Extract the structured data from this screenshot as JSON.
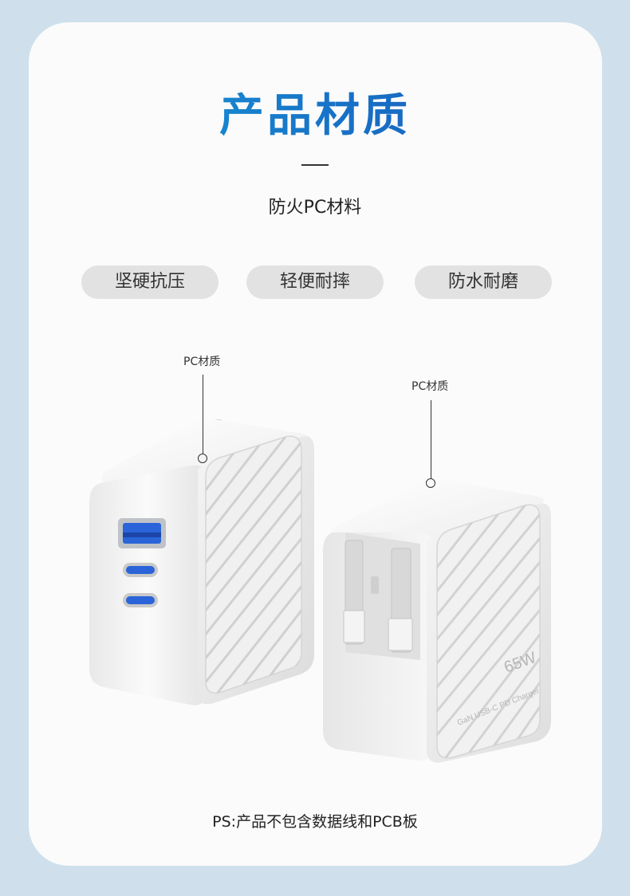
{
  "header": {
    "title": "产品材质",
    "subtitle": "防火PC材料"
  },
  "features": [
    {
      "label": "坚硬抗压"
    },
    {
      "label": "轻便耐摔"
    },
    {
      "label": "防水耐磨"
    }
  ],
  "callouts": [
    {
      "label": "PC材质"
    },
    {
      "label": "PC材质"
    }
  ],
  "product": {
    "wattage": "65W",
    "model_text": "GaN USB-C PD Charger"
  },
  "footnote": "PS:产品不包含数据线和PCB板",
  "colors": {
    "title_gradient_start": "#19a7dc",
    "title_gradient_end": "#1a58b4",
    "background": "#cfe0ec",
    "card": "#fbfbfb",
    "pill": "#e2e2e2",
    "usb_a_port": "#2a64d8"
  }
}
